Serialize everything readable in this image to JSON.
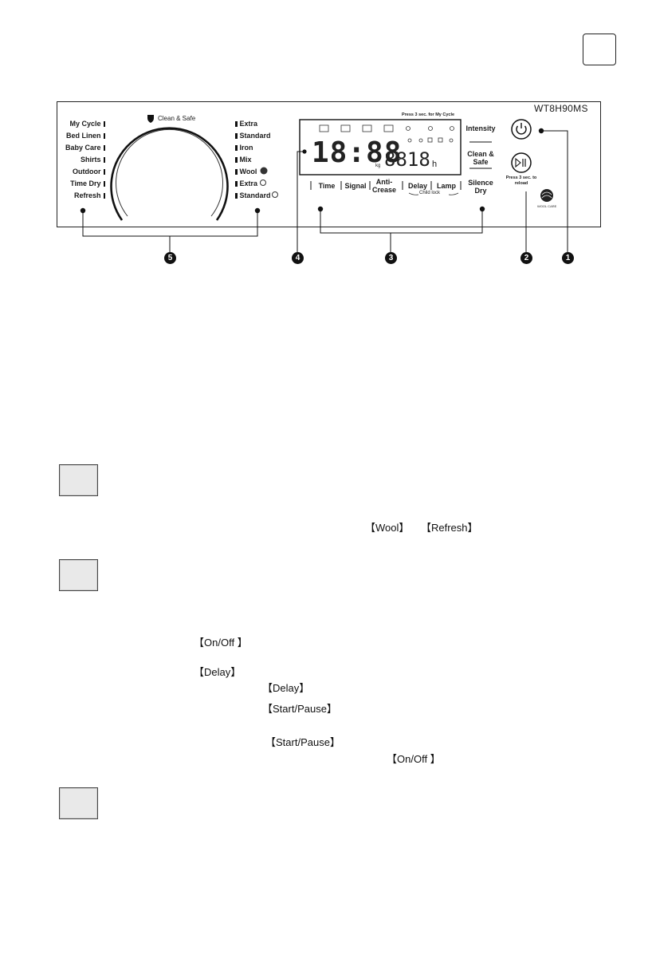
{
  "model": "WT8H90MS",
  "programs_left": [
    "My Cycle",
    "Bed Linen",
    "Baby Care",
    "Shirts",
    "Outdoor",
    "Time Dry",
    "Refresh"
  ],
  "programs_right": [
    "Extra",
    "Standard",
    "Iron",
    "Mix",
    "Wool",
    "Extra",
    "Standard"
  ],
  "dial_label": "Clean & Safe",
  "my_cycle_hint": "Press 3 sec. for My Cycle",
  "display": {
    "time": "18:88",
    "kg": "8818",
    "kg_unit": "kg",
    "h_unit": "h"
  },
  "side_buttons": {
    "intensity": "Intensity",
    "clean_safe": "Clean & Safe",
    "silence_dry": "Silence Dry"
  },
  "bottom_buttons": [
    "Time",
    "Signal",
    "Anti-Crease",
    "Delay",
    "Lamp"
  ],
  "child_lock": "Child lock",
  "reload_hint": "Press 3 sec. to reload",
  "wool_care": "WOOL CARE",
  "callouts": [
    "1",
    "2",
    "3",
    "4",
    "5"
  ],
  "brackets": {
    "wool": "【Wool】",
    "refresh": "【Refresh】",
    "onoff": "【On/Off 】",
    "delay": "【Delay】",
    "startpause": "【Start/Pause】"
  }
}
